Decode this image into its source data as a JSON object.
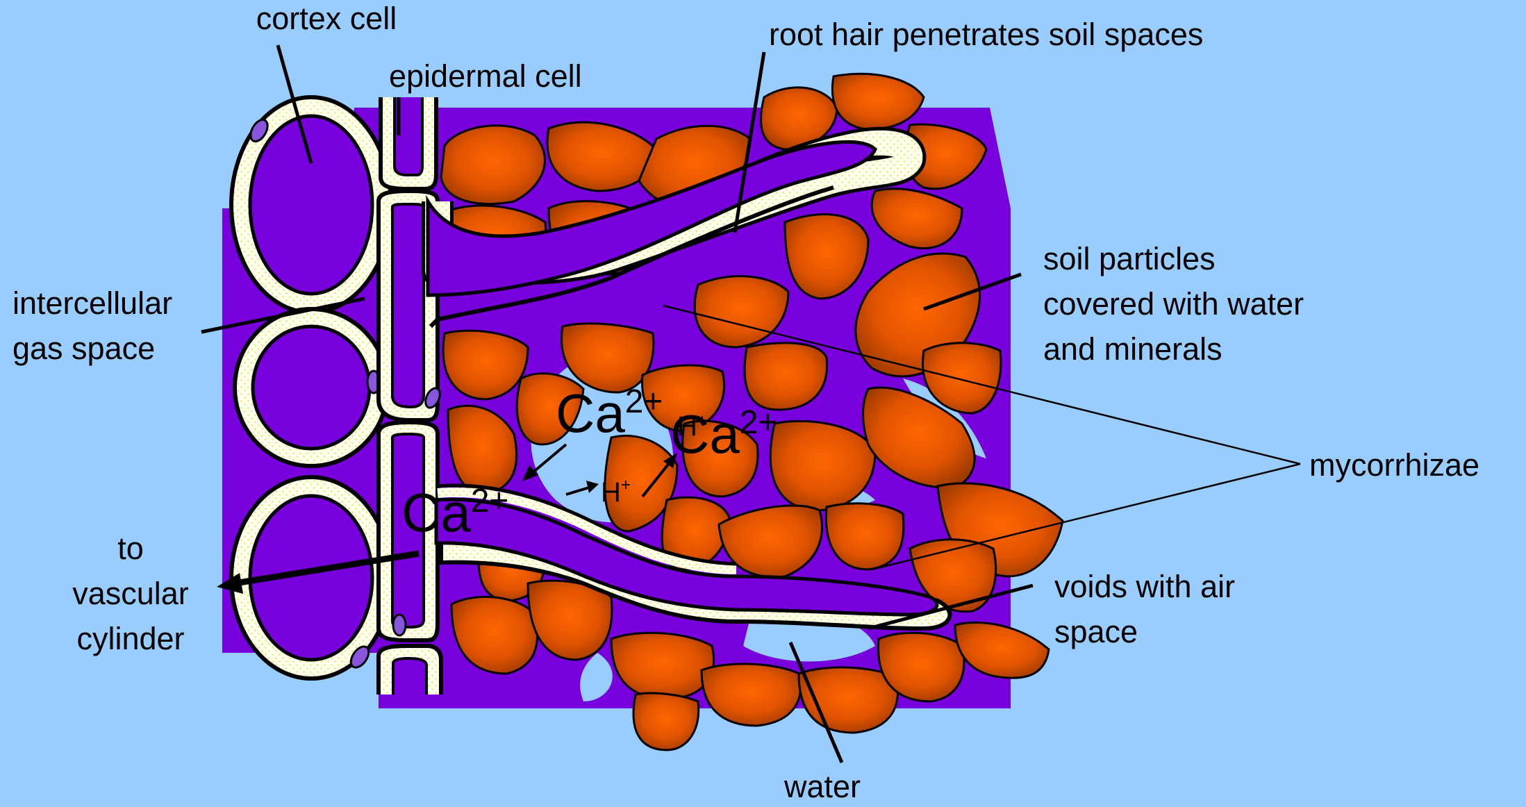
{
  "labels": {
    "cortex_cell": "cortex cell",
    "epidermal_cell": "epidermal cell",
    "root_hair": "root hair penetrates soil spaces",
    "intercellular_line1": "intercellular",
    "intercellular_line2": "gas space",
    "soil_line1": "soil particles",
    "soil_line2": "covered with water",
    "soil_line3": "and minerals",
    "mycorrhizae": "mycorrhizae",
    "to": "to",
    "vascular": "vascular",
    "cylinder": "cylinder",
    "voids_line1": "voids with air",
    "voids_line2": "space",
    "water": "water"
  },
  "ions": {
    "ca_base": "Ca",
    "ca_charge": "2+",
    "h_base": "H",
    "h_charge": "+"
  },
  "colors": {
    "background": "#99ccff",
    "cytoplasm": "#7700dd",
    "cell_wall": "#ffffcc",
    "soil_particle": "#ff6600",
    "soil_particle_dark": "#a83e00",
    "outline": "#000000"
  }
}
